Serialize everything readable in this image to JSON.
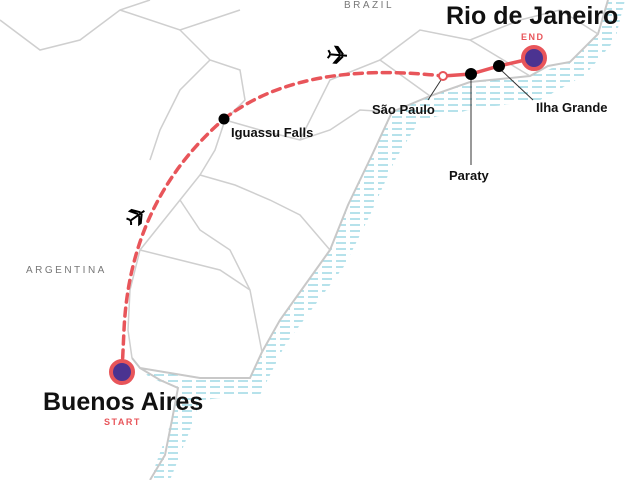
{
  "map": {
    "countries": {
      "brazil": "BRAZIL",
      "argentina": "ARGENTINA"
    },
    "start": {
      "city": "Buenos Aires",
      "tag": "START"
    },
    "end": {
      "city": "Rio de Janeiro",
      "tag": "END"
    },
    "stops": [
      "Iguassu Falls",
      "São Paulo",
      "Paraty",
      "Ilha Grande"
    ],
    "colors": {
      "route": "#e8555a",
      "endpoint_fill": "#4b3391",
      "water": "#8fd3e0",
      "border": "#cccccc"
    },
    "icons": [
      "airplane-icon",
      "airplane-icon"
    ]
  }
}
